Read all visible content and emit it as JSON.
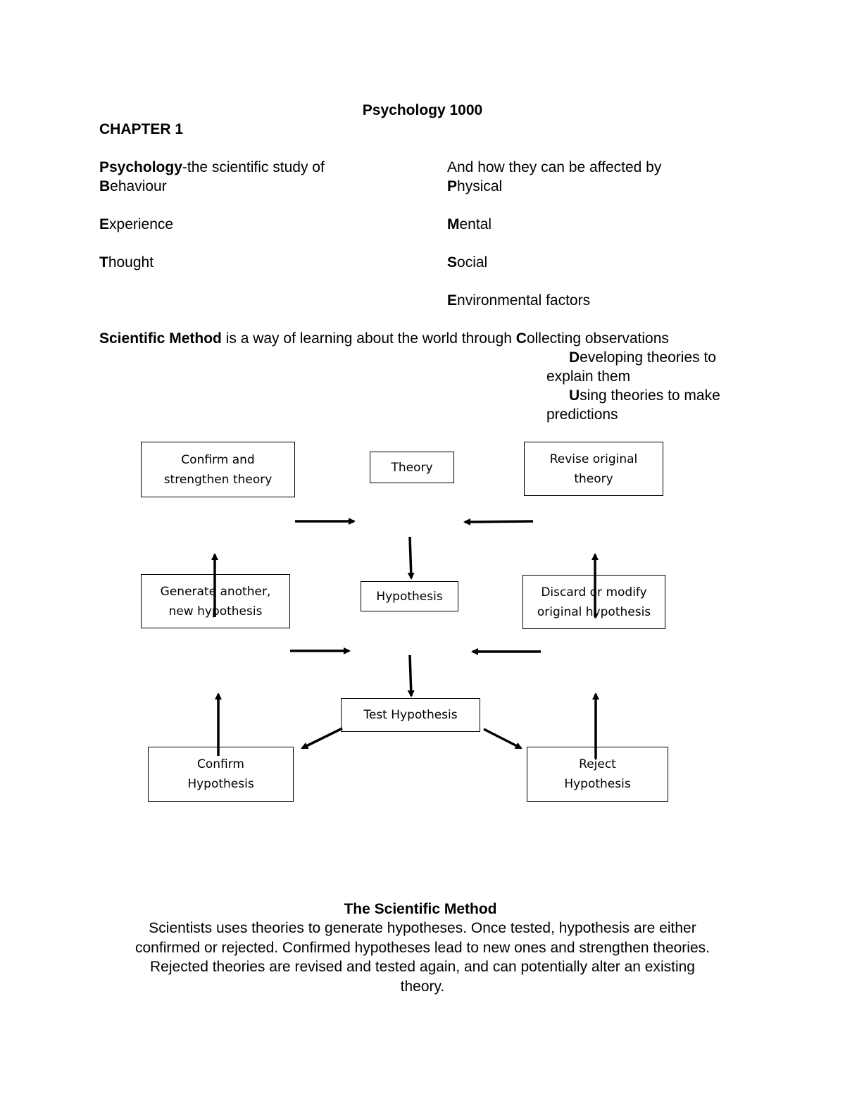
{
  "header": {
    "title": "Psychology 1000",
    "chapter": "CHAPTER 1"
  },
  "definition": {
    "term": "Psychology",
    "text": "-the scientific study of",
    "left_items": [
      {
        "initial": "B",
        "rest": "ehaviour"
      },
      {
        "initial": "E",
        "rest": "xperience"
      },
      {
        "initial": "T",
        "rest": "hought"
      }
    ],
    "right_intro": "And how they can be affected by",
    "right_items": [
      {
        "initial": "P",
        "rest": "hysical"
      },
      {
        "initial": "M",
        "rest": "ental"
      },
      {
        "initial": "S",
        "rest": "ocial"
      },
      {
        "initial": "E",
        "rest": "nvironmental factors"
      }
    ]
  },
  "scientific_method": {
    "term": "Scientific Method",
    "text": " is a way of learning about the world through ",
    "steps": [
      {
        "initial": "C",
        "rest": "ollecting observations"
      },
      {
        "initial": "D",
        "rest": "eveloping theories to"
      },
      {
        "continuation": "explain them"
      },
      {
        "initial": "U",
        "rest": "sing theories to make"
      },
      {
        "continuation": "predictions"
      }
    ]
  },
  "diagram": {
    "boxes": {
      "theory": "Theory",
      "confirm_theory": [
        "Confirm and",
        "strengthen theory"
      ],
      "revise_theory": [
        "Revise original",
        "theory"
      ],
      "hypothesis": "Hypothesis",
      "generate_hypothesis": [
        "Generate another,",
        "new hypothesis"
      ],
      "discard_hypothesis": [
        "Discard or modify",
        "original hypothesis"
      ],
      "test_hypothesis": "Test Hypothesis",
      "confirm_hypothesis": [
        "Confirm",
        "Hypothesis"
      ],
      "reject_hypothesis": [
        "Reject",
        "Hypothesis"
      ]
    }
  },
  "summary": {
    "title": "The Scientific Method",
    "lines": [
      "Scientists uses theories to generate hypotheses. Once tested, hypothesis are either",
      "confirmed or rejected. Confirmed hypotheses lead to new ones and strengthen theories.",
      "Rejected theories are revised and tested again, and can potentially alter an existing",
      "theory."
    ]
  }
}
